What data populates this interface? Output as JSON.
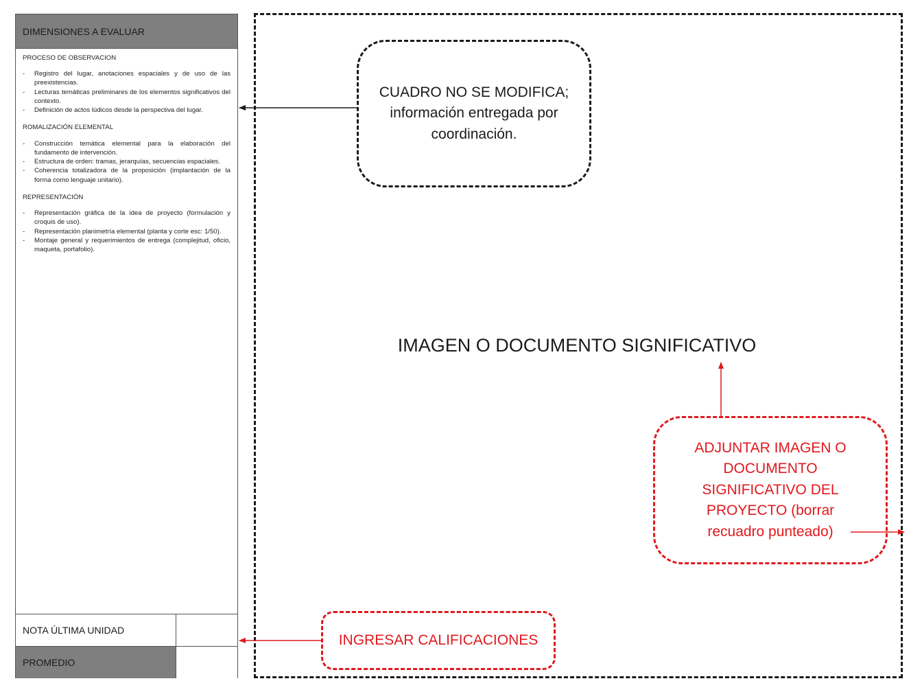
{
  "panel": {
    "header": "DIMENSIONES A EVALUAR",
    "sections": [
      {
        "title": "PROCESO DE OBSERVACION",
        "items": [
          "Registro del lugar, anotaciones espaciales y de uso de las preexistencias.",
          "Lecturas temáticas preliminares de los elementos significativos del contexto.",
          "Definición de actos lúdicos desde la perspectiva del lugar."
        ]
      },
      {
        "title": "ROMALIZACIÓN ELEMENTAL",
        "items": [
          "Construcción temática elemental para la elaboración del fundamento de intervención.",
          "Estructura de orden: tramas, jerarquías, secuencias espaciales.",
          "Coherencia totalizadora de la proposición (implantación de la forma como lenguaje unitario)."
        ]
      },
      {
        "title": "REPRESENTACIÓN",
        "items": [
          "Representación gráfica de la idea de proyecto (formulación y croquis de uso).",
          "Representación planimetría elemental (planta y corte esc: 1/50).",
          "Montaje general y requerimientos de entrega (complejitud, oficio, maqueta, portafolio)."
        ]
      }
    ],
    "nota_label": "NOTA ÚLTIMA UNIDAD",
    "promedio_label": "PROMEDIO"
  },
  "main_caption": "IMAGEN O DOCUMENTO SIGNIFICATIVO",
  "callouts": {
    "fixed_box": "CUADRO NO SE MODIFICA; información entregada por coordinación.",
    "attach": "ADJUNTAR IMAGEN O DOCUMENTO SIGNIFICATIVO DEL PROYECTO (borrar recuadro punteado)",
    "grades": "INGRESAR CALIFICACIONES"
  },
  "colors": {
    "header_gray": "#7f7f7f",
    "red": "#e0191e",
    "black": "#1a1a1a"
  }
}
